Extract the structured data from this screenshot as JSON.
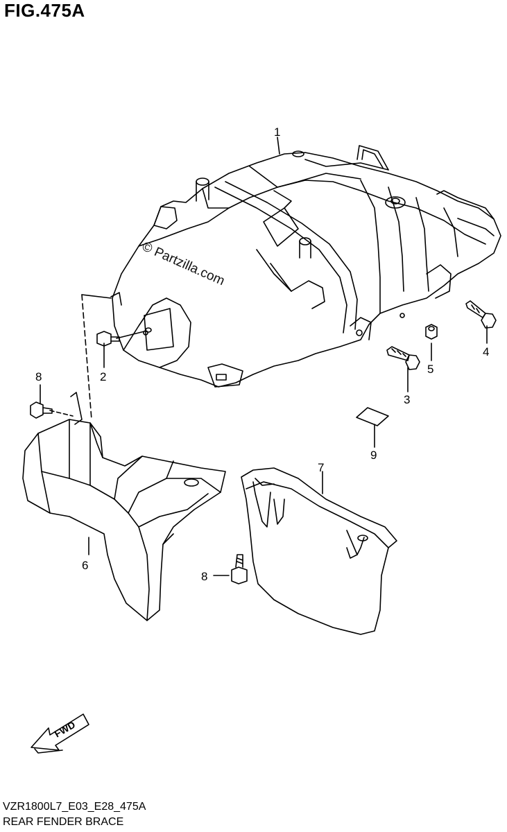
{
  "figure": {
    "title": "FIG.475A",
    "code": "VZR1800L7_E03_E28_475A",
    "name": "REAR FENDER BRACE",
    "watermark": "© Partzilla.com",
    "fwd_label": "FWD"
  },
  "callouts": {
    "c1": "1",
    "c2": "2",
    "c3": "3",
    "c4": "4",
    "c5": "5",
    "c6": "6",
    "c7": "7",
    "c8a": "8",
    "c8b": "8",
    "c9": "9"
  },
  "colors": {
    "line": "#000000",
    "background": "#ffffff"
  }
}
